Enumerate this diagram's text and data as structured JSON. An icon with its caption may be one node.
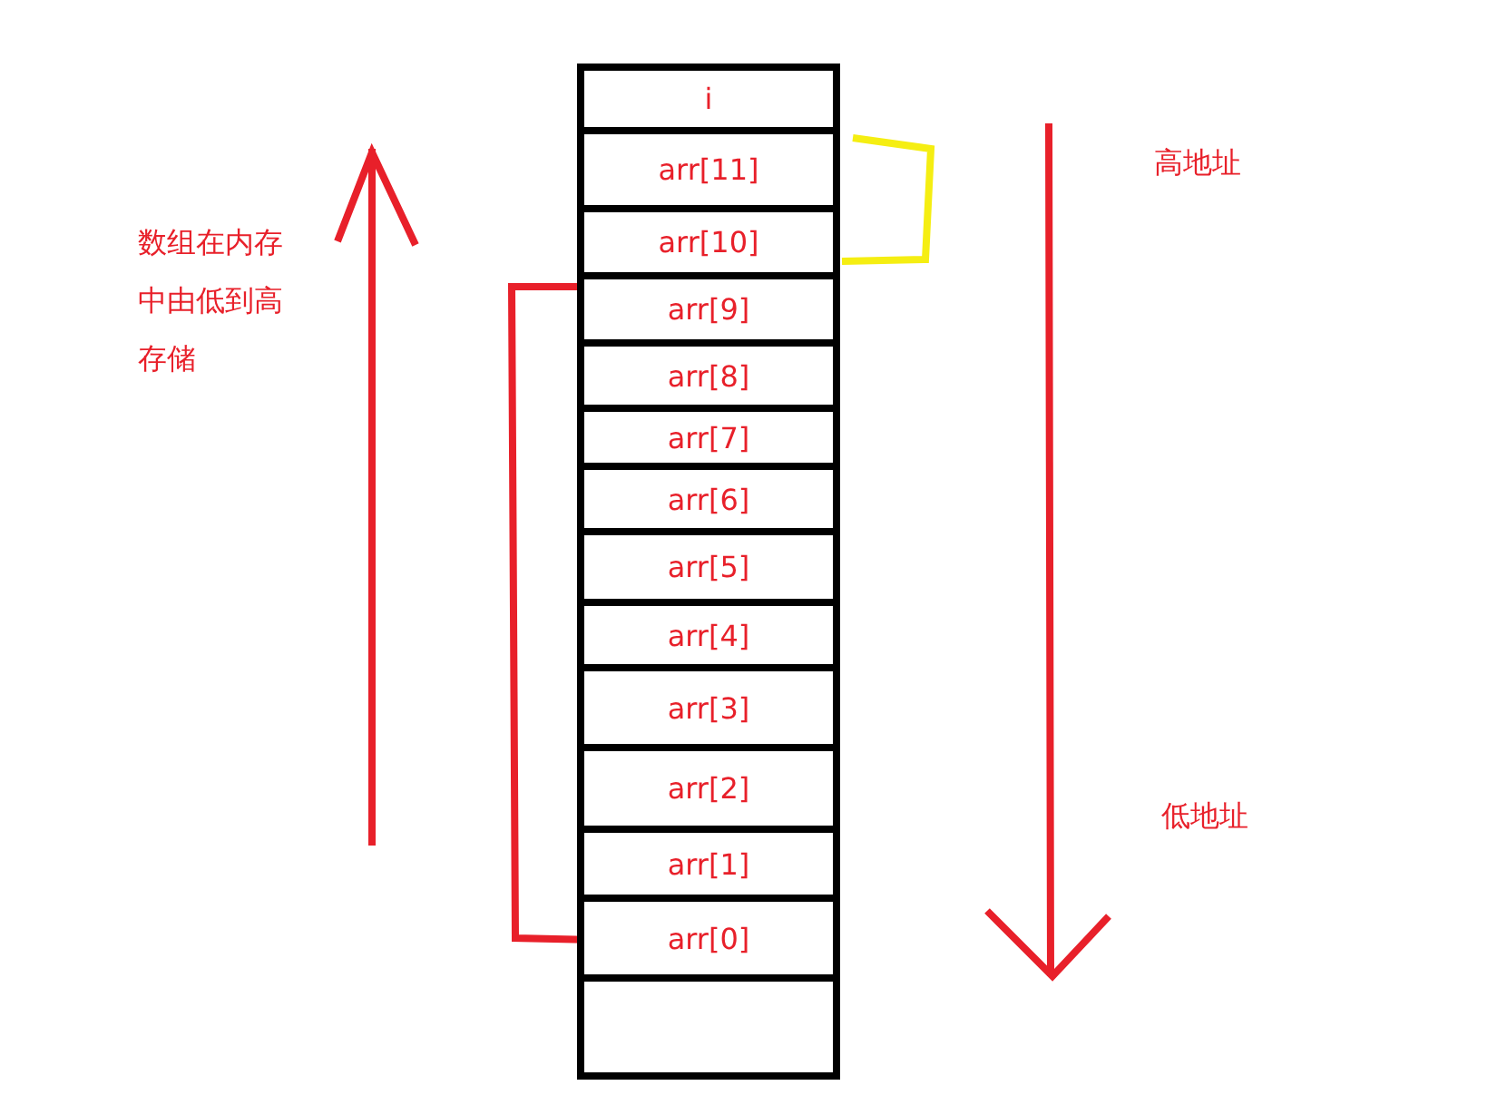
{
  "diagram": {
    "nodes": [
      {
        "text": [
          "i"
        ]
      },
      {
        "text": [
          "arr[11]"
        ]
      },
      {
        "text": [
          "arr[10]"
        ]
      },
      {
        "text": [
          "arr[9]"
        ]
      },
      {
        "text": [
          "arr[8]"
        ]
      },
      {
        "text": [
          "arr[7]"
        ]
      },
      {
        "text": [
          "arr[6]"
        ]
      },
      {
        "text": [
          "arr[5]"
        ]
      },
      {
        "text": [
          "arr[4]"
        ]
      },
      {
        "text": [
          "arr[3]"
        ]
      },
      {
        "text": [
          "arr[2]"
        ]
      },
      {
        "text": [
          "arr[1]"
        ]
      },
      {
        "text": [
          "arr[0]"
        ]
      },
      {
        "text": [],
        "shape": "box"
      }
    ],
    "labels": [
      "数组在内存中由低到高存储",
      "高地址",
      "低地址"
    ]
  }
}
